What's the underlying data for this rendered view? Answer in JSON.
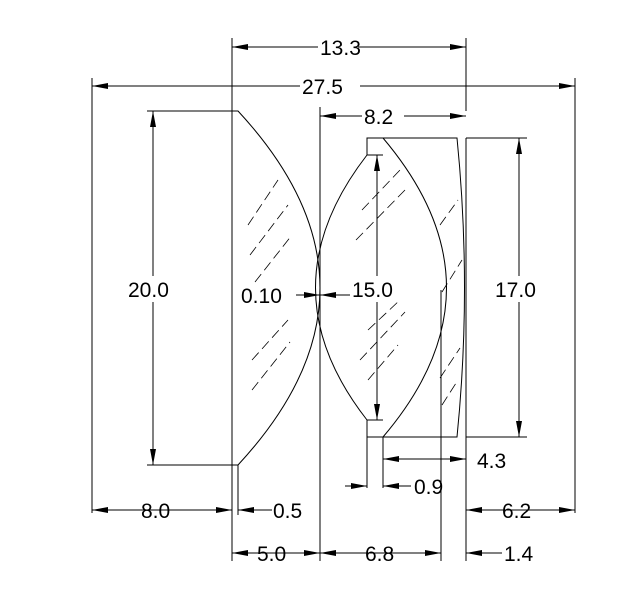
{
  "dimensions": {
    "overall_length": "27.5",
    "group_length": "13.3",
    "doublet_length": "8.2",
    "lens1_height": "20.0",
    "air_gap": "0.10",
    "lens2_height": "15.0",
    "lens3_height": "17.0",
    "lens1_left_extension": "8.0",
    "lens1_edge": "0.5",
    "lens1_thickness": "5.0",
    "lens2_thickness": "6.8",
    "lens2_edge": "0.9",
    "lens3_offset": "4.3",
    "lens3_right_extension": "6.2",
    "lens3_thickness": "1.4"
  },
  "colors": {
    "line": "#000000",
    "background": "#ffffff"
  }
}
